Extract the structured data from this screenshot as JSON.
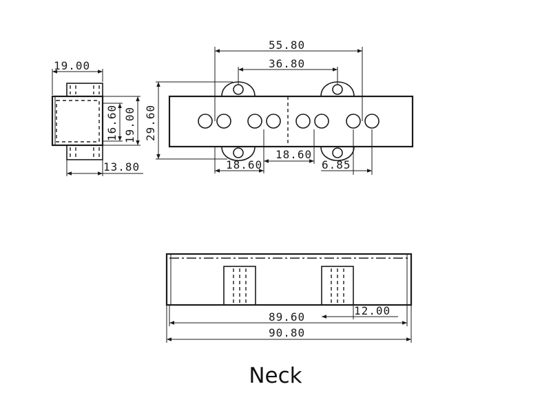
{
  "caption": "Neck",
  "dimensions": {
    "end_width_top": "19.00",
    "end_height_inner": "16.60",
    "end_height_outer": "19.00",
    "end_width_bottom": "13.80",
    "top_span_outer": "55.80",
    "top_span_inner": "36.80",
    "height": "29.60",
    "left_offset": "18.60",
    "pole_group": "18.60",
    "pole_spacing": "6.85",
    "base_inner": "89.60",
    "base_tab": "12.00",
    "overall_length": "90.80"
  }
}
